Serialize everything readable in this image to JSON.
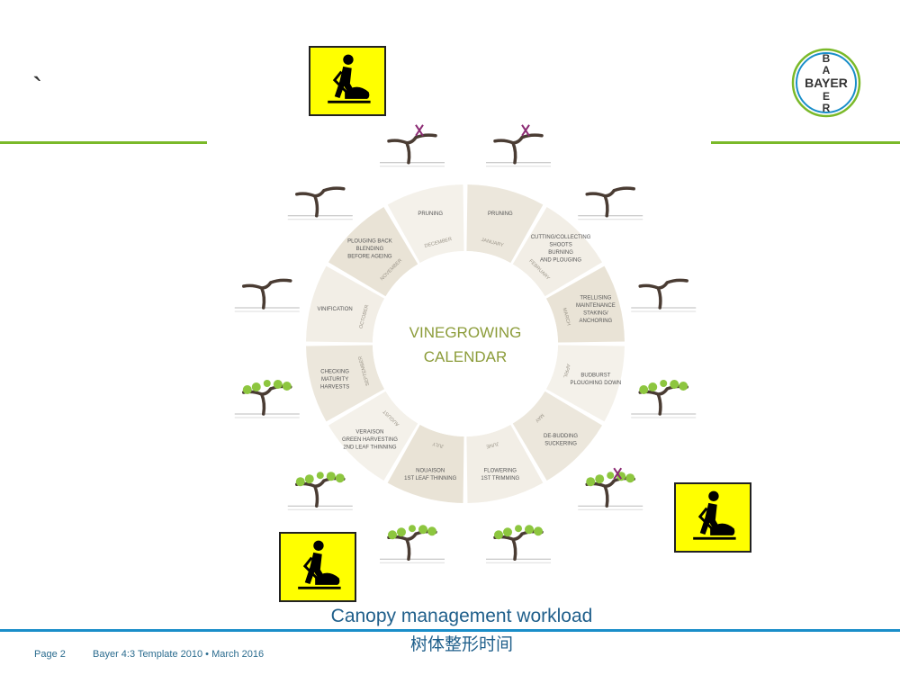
{
  "slide": {
    "title_mark": "`",
    "caption_en": "Canopy management workload",
    "caption_zh": "树体整形时间",
    "footer_page": "Page 2",
    "footer_template": "Bayer 4:3 Template 2010 • March 2016"
  },
  "logo": {
    "letters_top": [
      "B",
      "A"
    ],
    "word": "BAYER",
    "letters_bottom": [
      "E",
      "R"
    ]
  },
  "calendar": {
    "center_line1": "VINEGROWING",
    "center_line2": "CALENDAR",
    "months": [
      "JANUARY",
      "FEBRUARY",
      "MARCH",
      "APRIL",
      "MAY",
      "JUNE",
      "JULY",
      "AUGUST",
      "SEPTEMBER",
      "OCTOBER",
      "NOVEMBER",
      "DECEMBER"
    ],
    "tasks": [
      [
        "PRUNING"
      ],
      [
        "CUTTING/COLLECTING",
        "SHOOTS",
        "BURNING",
        "AND PLOUGING"
      ],
      [
        "TRELLISING",
        "MAINTENANCE",
        "STAKING/",
        "ANCHORING"
      ],
      [
        "BUDBURST",
        "PLOUGHING DOWN"
      ],
      [
        "DE-BUDDING",
        "SUCKERING"
      ],
      [
        "FLOWERING",
        "1ST TRIMMING"
      ],
      [
        "NOUAISON",
        "1ST LEAF THINNING"
      ],
      [
        "VERAISON",
        "GREEN HARVESTING",
        "2ND LEAF THINNING"
      ],
      [
        "CHECKING",
        "MATURITY",
        "HARVESTS"
      ],
      [
        "VINIFICATION"
      ],
      [
        "PLOUGING BACK",
        "BLENDING",
        "BEFORE AGEING"
      ],
      [
        "PRUNING"
      ]
    ]
  },
  "colors": {
    "green": "#7ab929",
    "blue": "#1a8ec9",
    "warning": "#ffff00",
    "vine_leaf": "#8dc63f",
    "trunk": "#4a3c33",
    "pruner": "#8b2a73"
  },
  "icons": [
    "worker-digging-icon",
    "vine-icon",
    "pruning-shears-icon",
    "scissors-icon",
    "bayer-cross-icon"
  ]
}
